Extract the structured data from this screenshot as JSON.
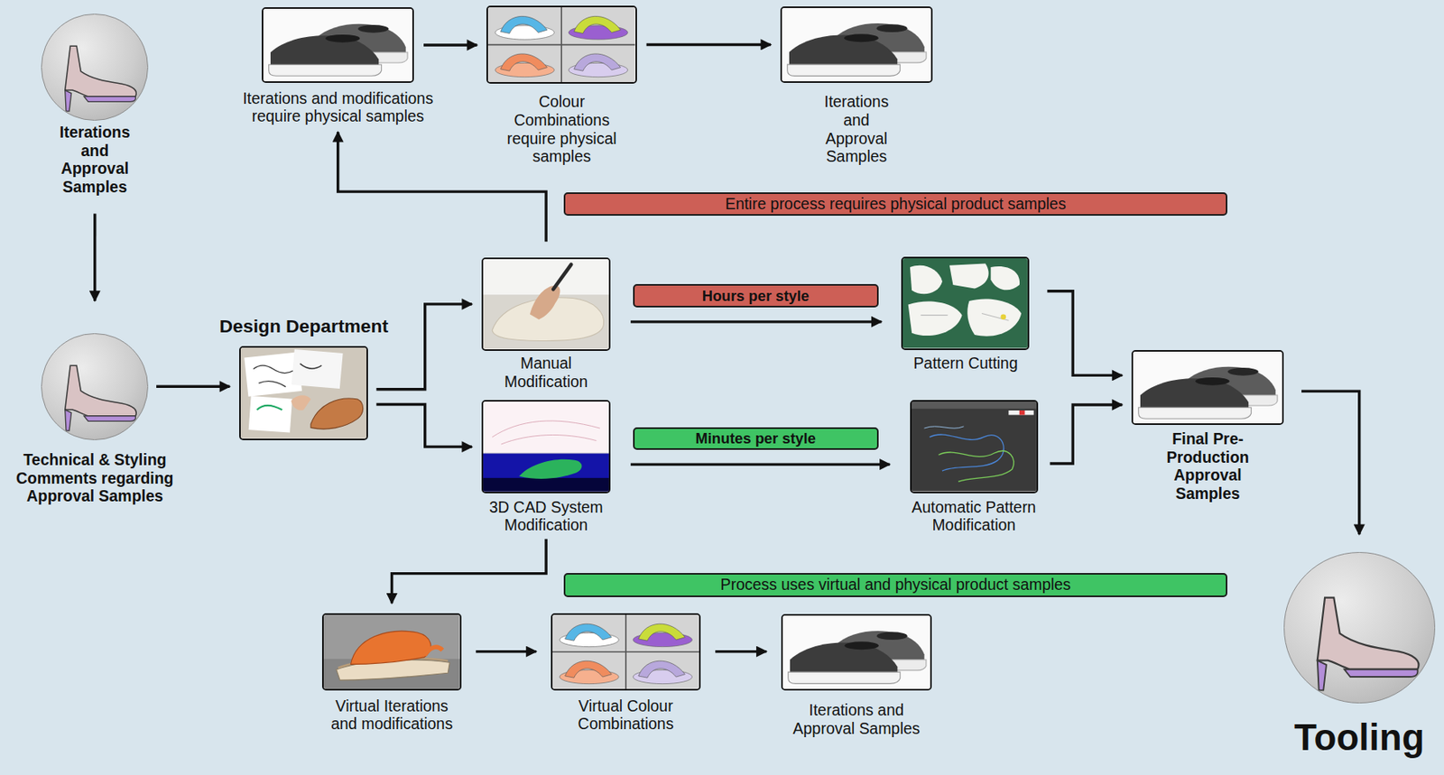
{
  "diagram": {
    "nodes": [
      {
        "text": [
          "Iterations and Approval Samples"
        ]
      },
      {
        "text": [
          "Iterations and modifications require physical samples"
        ]
      },
      {
        "text": [
          "Colour Combinations require physical samples"
        ]
      },
      {
        "text": [
          "Iterations and Approval Samples"
        ]
      },
      {
        "text": [
          "Entire process requires physical product samples"
        ]
      },
      {
        "text": [
          "Technical & Styling Comments regarding Approval Samples"
        ]
      },
      {
        "text": [
          "Design Department"
        ]
      },
      {
        "text": [
          "Manual Modification"
        ]
      },
      {
        "text": [
          "Hours per style"
        ]
      },
      {
        "text": [
          "Pattern Cutting"
        ]
      },
      {
        "text": [
          "Final Pre-Production Approval Samples"
        ]
      },
      {
        "text": [
          "3D CAD System Modification"
        ]
      },
      {
        "text": [
          "Minutes per style"
        ]
      },
      {
        "text": [
          "Automatic Pattern Modification"
        ]
      },
      {
        "text": [
          "Process uses virtual and physical product samples"
        ]
      },
      {
        "text": [
          "Virtual Iterations and modifications"
        ]
      },
      {
        "text": [
          "Virtual Colour Combinations"
        ]
      },
      {
        "text": [
          "Iterations and Approval Samples"
        ]
      },
      {
        "text": [
          "Tooling"
        ]
      }
    ],
    "edges": [
      {
        "from": 0,
        "to": 5,
        "arrow": "to"
      },
      {
        "from": 5,
        "to": 6,
        "arrow": "to"
      },
      {
        "from": 6,
        "to": 7,
        "arrow": "to"
      },
      {
        "from": 6,
        "to": 11,
        "arrow": "to"
      },
      {
        "from": 7,
        "to": 1,
        "arrow": "to"
      },
      {
        "from": 1,
        "to": 2,
        "arrow": "to"
      },
      {
        "from": 2,
        "to": 3,
        "arrow": "to"
      },
      {
        "from": 7,
        "to": 9,
        "arrow": "to"
      },
      {
        "from": 11,
        "to": 13,
        "arrow": "to"
      },
      {
        "from": 9,
        "to": 10,
        "arrow": "to"
      },
      {
        "from": 13,
        "to": 10,
        "arrow": "to"
      },
      {
        "from": 10,
        "to": 18,
        "arrow": "to"
      },
      {
        "from": 11,
        "to": 15,
        "arrow": "to"
      },
      {
        "from": 15,
        "to": 16,
        "arrow": "to"
      },
      {
        "from": 16,
        "to": 17,
        "arrow": "to"
      }
    ]
  }
}
